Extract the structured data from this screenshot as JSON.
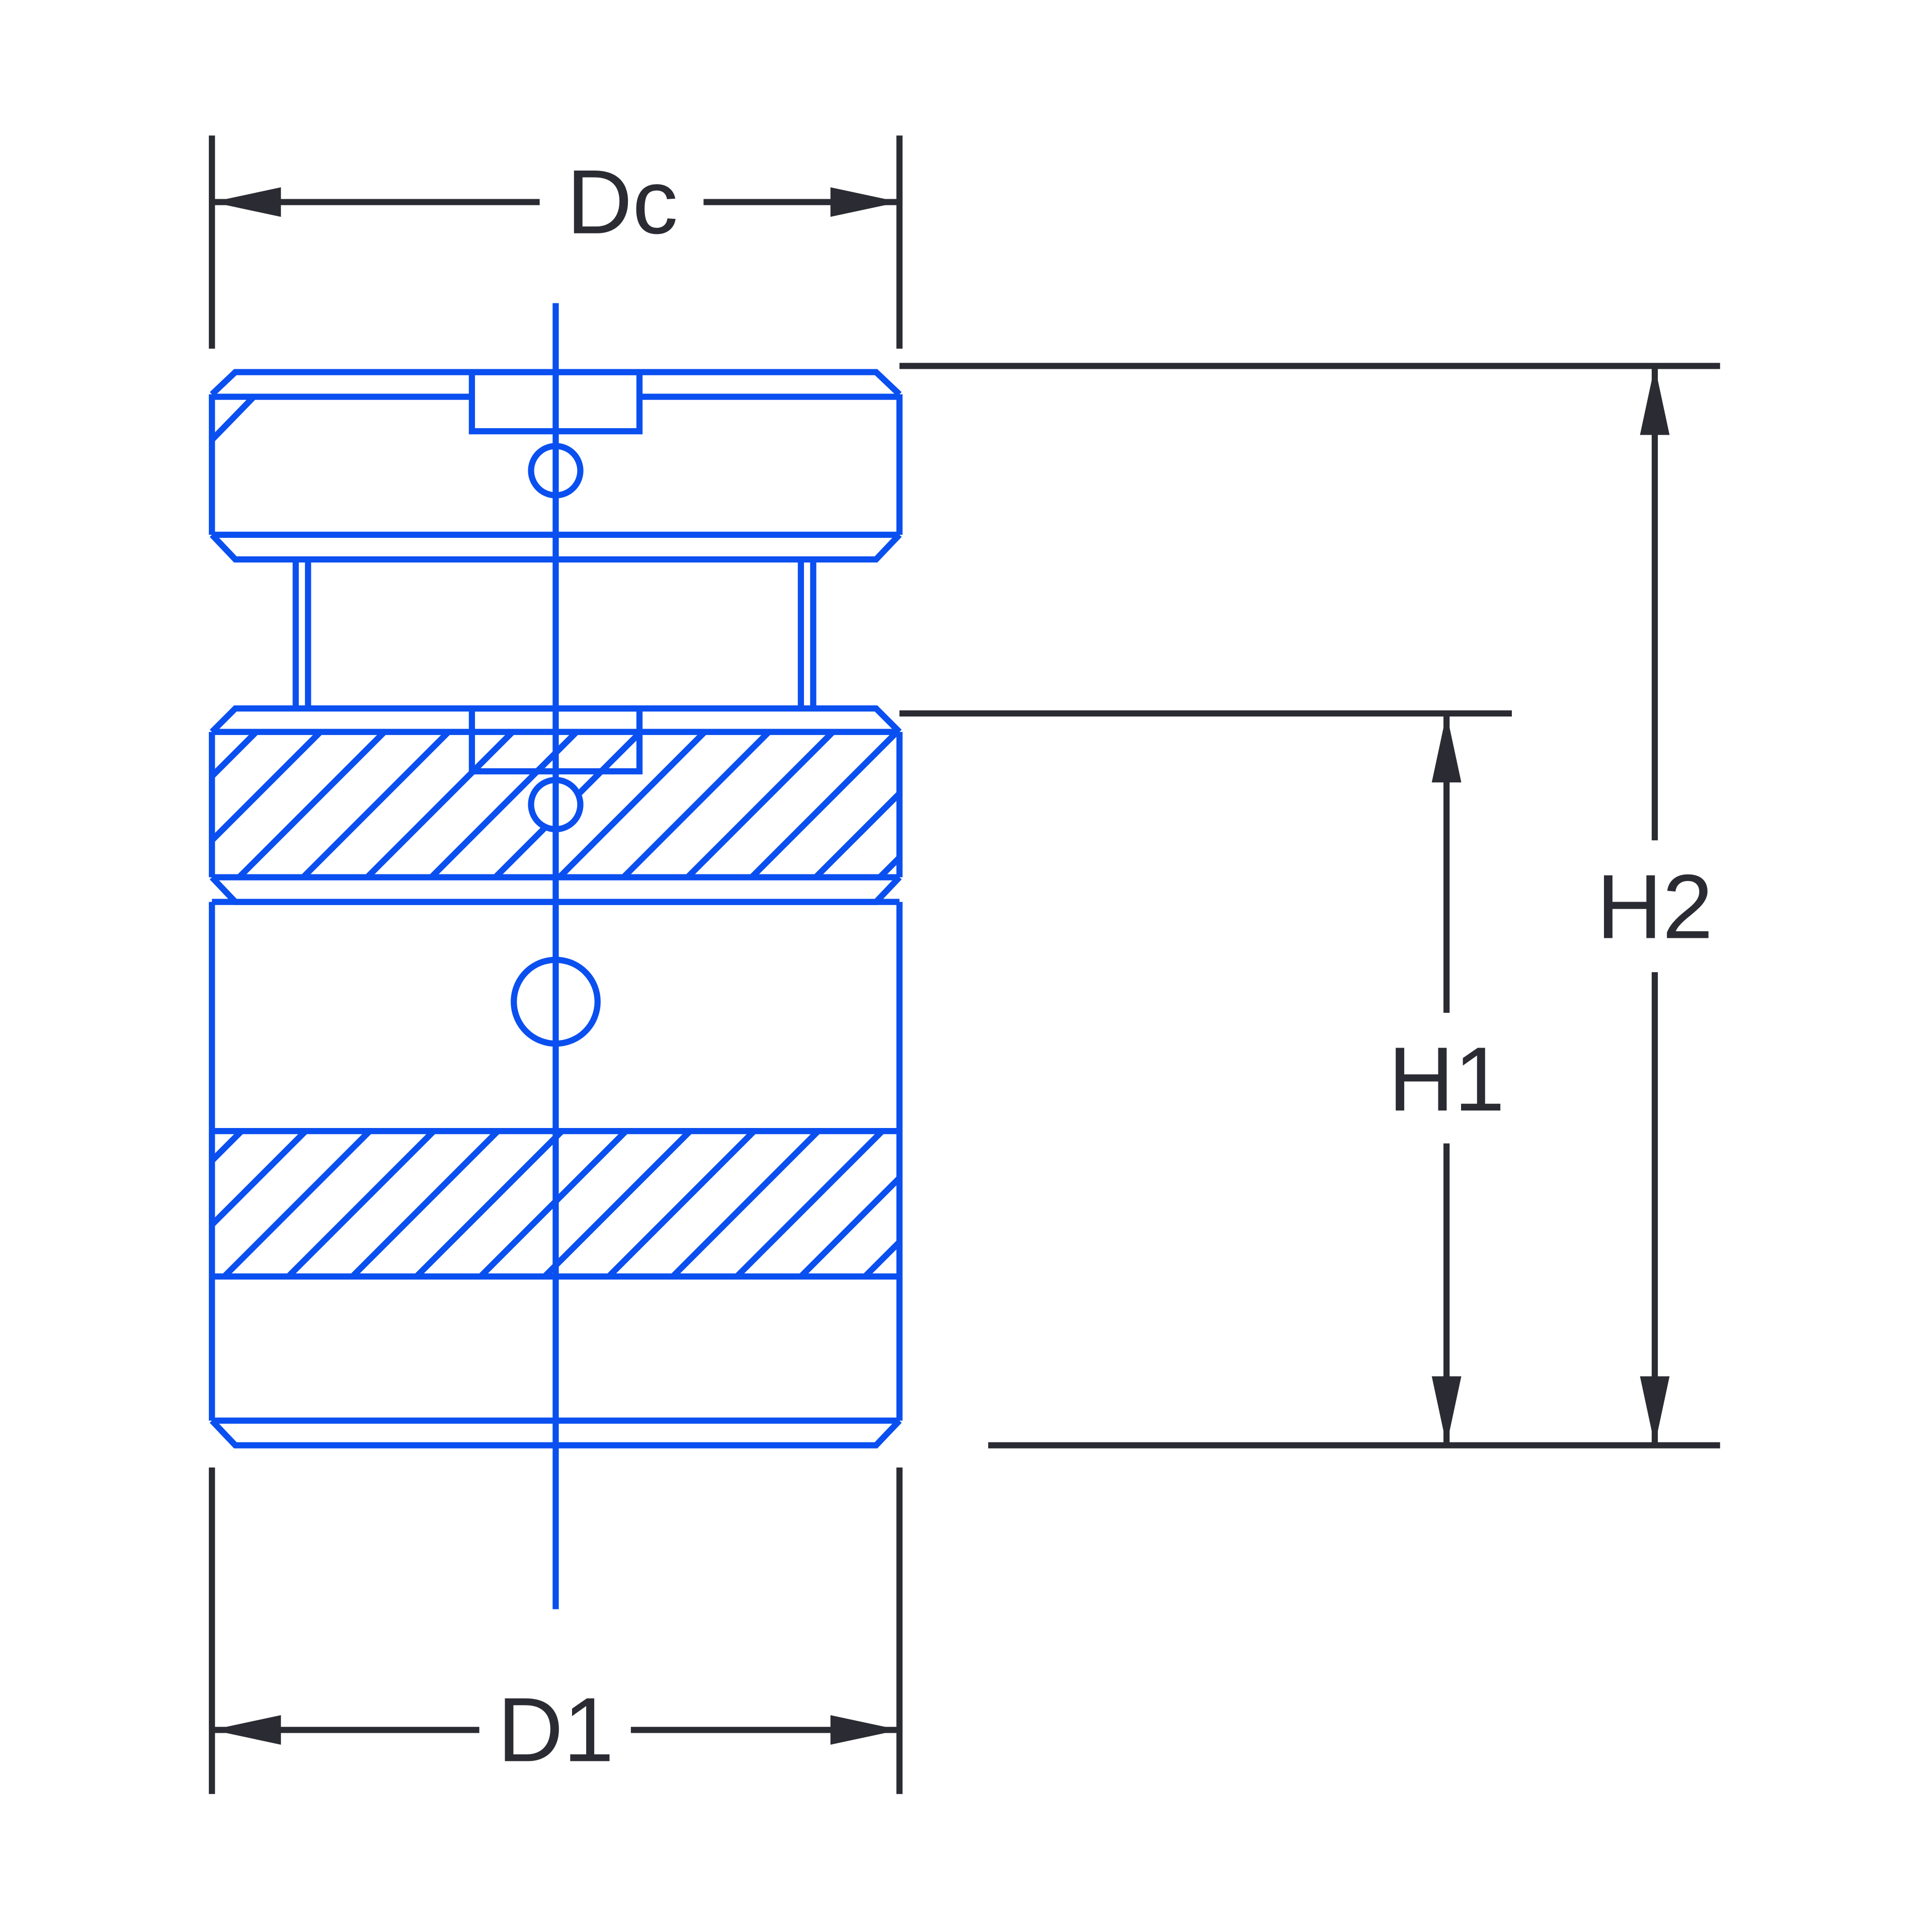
{
  "labels": {
    "dc": "Dc",
    "d1": "D1",
    "h1": "H1",
    "h2": "H2"
  },
  "colors": {
    "part": "#0a4ff0",
    "dimension": "#2b2b33"
  }
}
